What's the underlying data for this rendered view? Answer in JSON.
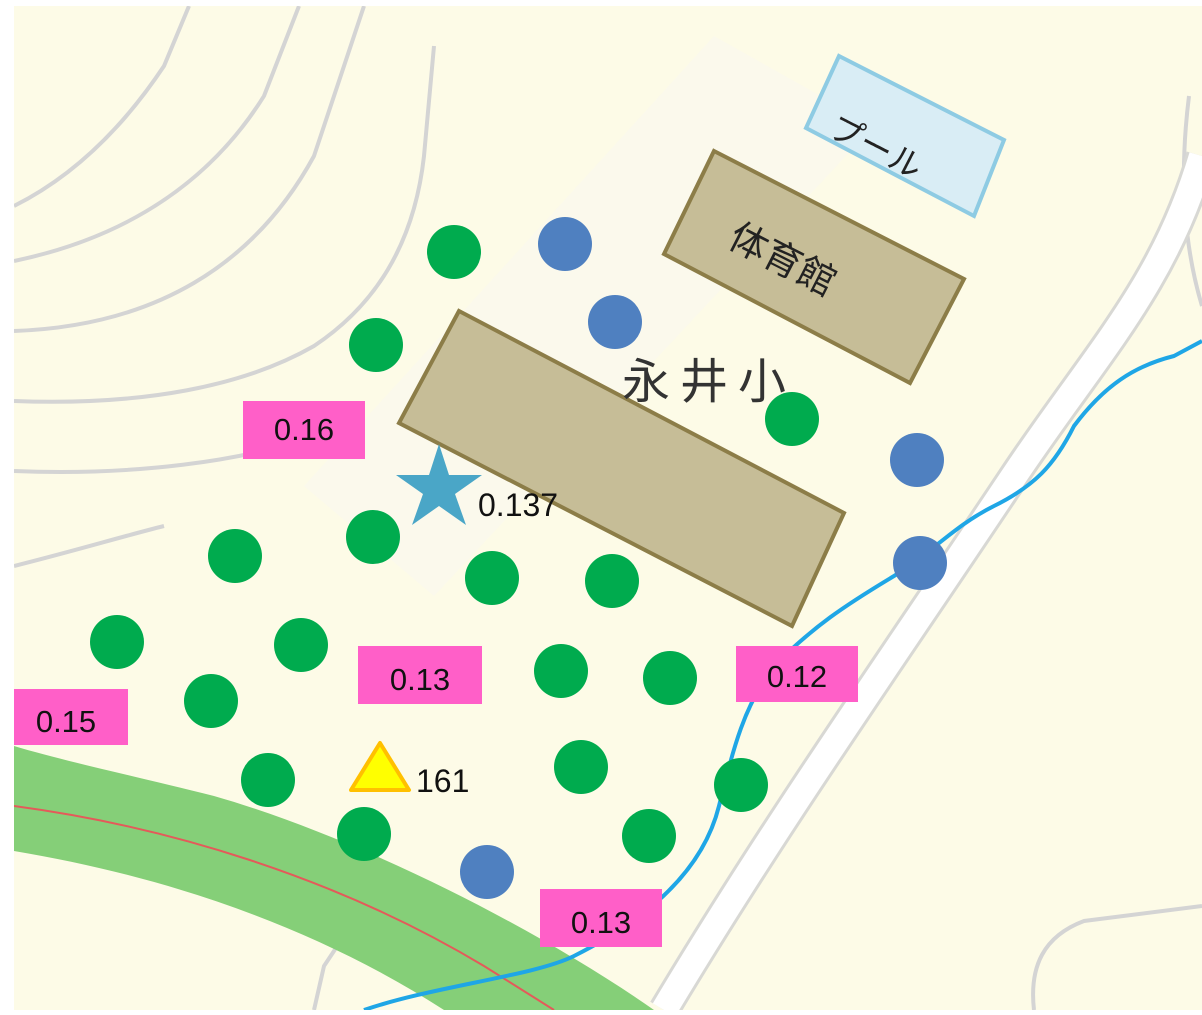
{
  "map": {
    "school_name": "永井小",
    "buildings": {
      "pool": "プール",
      "gymnasium": "体育館"
    },
    "readings": {
      "top_left": "0.16",
      "star_value": "0.137",
      "center": "0.13",
      "right": "0.12",
      "left": "0.15",
      "bottom": "0.13",
      "triangle_value": "161"
    },
    "colors": {
      "background": "#fdfbe7",
      "green_dot": "#00ab4e",
      "blue_dot": "#4f80c0",
      "building_fill": "#c6bd97",
      "building_border": "#8c7d48",
      "pool_fill": "#d9edf5",
      "pool_border": "#8ecbe3",
      "label_fill": "#ff5fc8",
      "star": "#4aa6c7",
      "triangle_fill": "#ffff00",
      "triangle_border": "#ffc000",
      "river": "#1fa6e6",
      "road_green": "#85cf78",
      "road_line": "#e45a5a"
    }
  }
}
